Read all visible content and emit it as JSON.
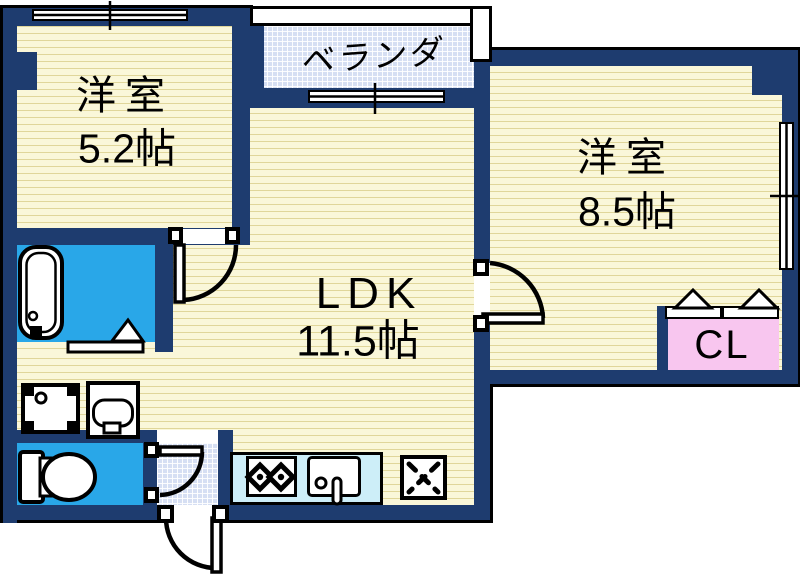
{
  "rooms": {
    "bedroom1": {
      "name": "洋室",
      "size": "5.2帖"
    },
    "bedroom2": {
      "name": "洋室",
      "size": "8.5帖"
    },
    "ldk": {
      "name": "LDK",
      "size": "11.5帖"
    },
    "balcony": {
      "name": "ベランダ"
    },
    "closet": {
      "name": "CL"
    }
  },
  "colors": {
    "wall": "#1e3c6f",
    "outline": "#000000",
    "floor": "#faf7d9",
    "floor_line": "#e0d69a",
    "wet_area": "#29a7e8",
    "entry_grid": "#d6dff3",
    "kitchen_counter": "#cdeef8",
    "closet_pink": "#f8c6ef"
  }
}
